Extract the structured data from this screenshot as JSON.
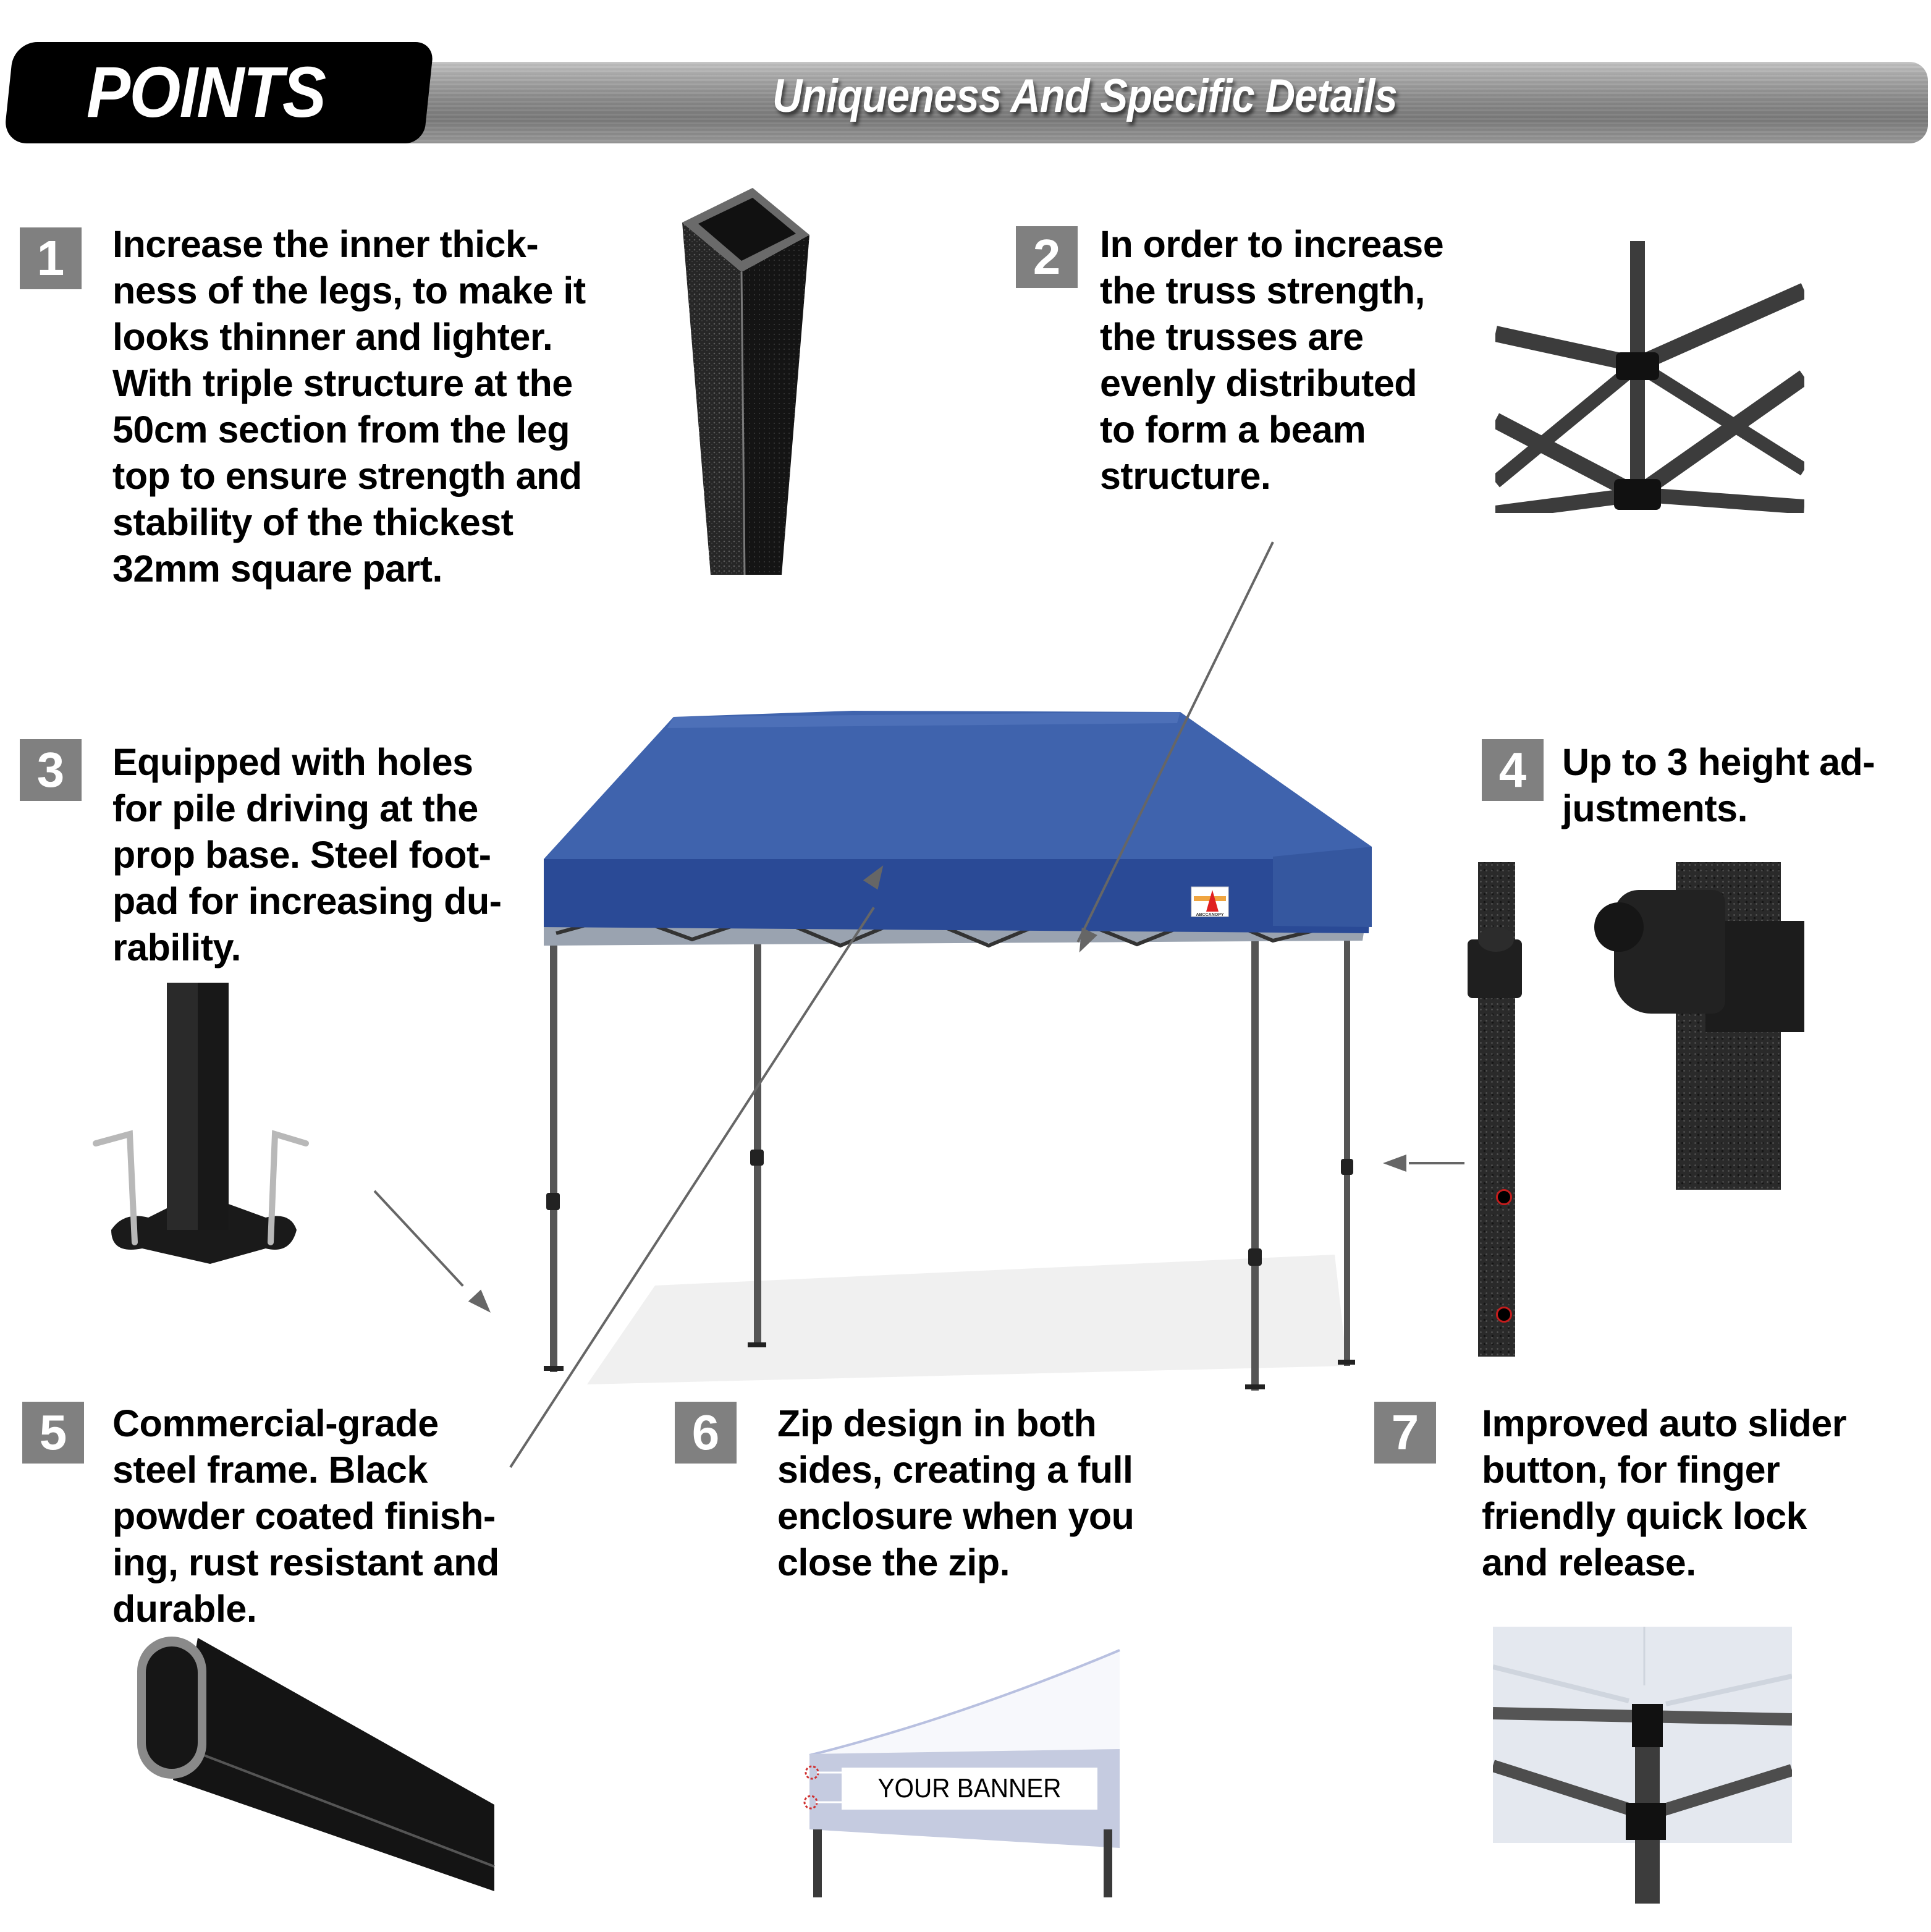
{
  "header": {
    "badge_label": "POINTS",
    "subtitle": "Uniqueness And Specific Details"
  },
  "points": [
    {
      "number": "1",
      "lines": [
        "Increase the inner thick-",
        "ness of the legs, to make it",
        "looks thinner and lighter.",
        "With triple structure at the",
        "50cm section from the leg",
        "top to ensure strength and",
        "stability of the thickest",
        "32mm square part."
      ],
      "image": "square-leg-tube"
    },
    {
      "number": "2",
      "lines": [
        "In order to increase",
        "the truss strength,",
        "the trusses are",
        "evenly distributed",
        "to form a beam",
        "structure."
      ],
      "image": "truss-joint"
    },
    {
      "number": "3",
      "lines": [
        "Equipped with holes",
        "for pile driving at the",
        "prop base. Steel foot-",
        "pad for increasing du-",
        "rability."
      ],
      "image": "leg-footpad-with-stakes"
    },
    {
      "number": "4",
      "lines": [
        "Up to 3 height ad-",
        "justments."
      ],
      "image": "height-adjustment-leg"
    },
    {
      "number": "5",
      "lines": [
        "Commercial-grade",
        "steel frame. Black",
        "powder coated finish-",
        "ing, rust resistant and",
        "durable."
      ],
      "image": "oval-steel-tube"
    },
    {
      "number": "6",
      "lines": [
        "Zip design in both",
        "sides, creating a full",
        "enclosure when you",
        "close the zip."
      ],
      "image": "banner-canopy"
    },
    {
      "number": "7",
      "lines": [
        "Improved auto slider",
        "button, for finger",
        "friendly quick lock",
        "and release."
      ],
      "image": "slider-button-closeup"
    }
  ],
  "center_product": {
    "canopy_color": "#2e52a0",
    "logo_text": "ABCCANOPY"
  },
  "banner_image": {
    "banner_text": "YOUR BANNER"
  },
  "colors": {
    "badge_bg": "#808080",
    "text": "#000000",
    "arrow": "#666666",
    "frame": "#3a3a3a"
  }
}
